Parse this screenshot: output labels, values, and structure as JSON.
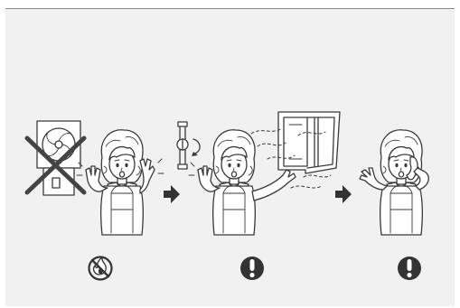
{
  "colors": {
    "panel_background": "#f1f1f1",
    "line": "#3a3a3a",
    "cross": "#444444",
    "icon_fill": "#333333",
    "top_border": "#8a8a8a"
  },
  "steps": [
    {
      "scene": "woman-startled-beside-crossed-out-exhaust-fan",
      "symbol": "no-fire-icon"
    },
    {
      "scene": "woman-closing-gas-valve-and-opening-window",
      "symbol": "exclamation-icon"
    },
    {
      "scene": "woman-making-phone-call",
      "symbol": "exclamation-icon"
    }
  ],
  "arrows": [
    "arrow-right-icon",
    "arrow-right-icon"
  ]
}
